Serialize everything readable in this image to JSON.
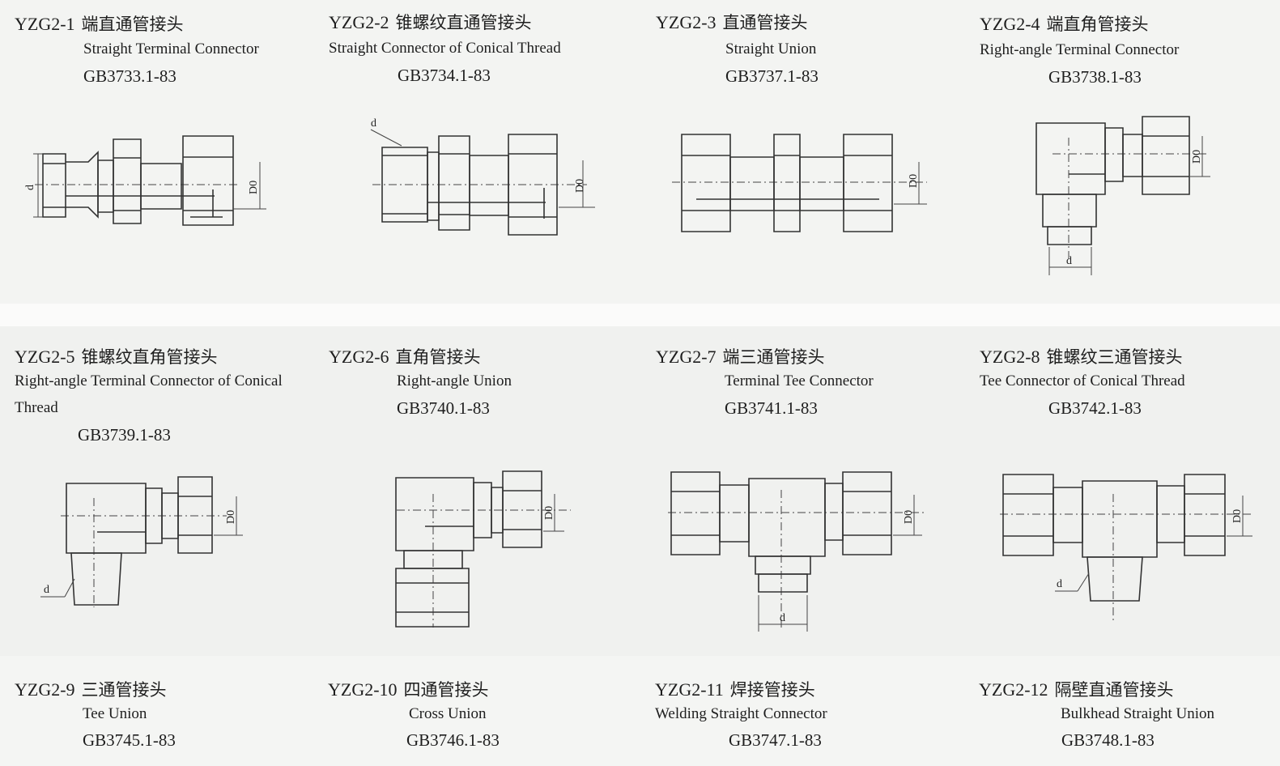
{
  "fittings": [
    {
      "code": "YZG2-1",
      "name_cn": "端直通管接头",
      "name_en": "Straight Terminal Connector",
      "standard": "GB3733.1-83",
      "dims": [
        "d",
        "D0"
      ]
    },
    {
      "code": "YZG2-2",
      "name_cn": "锥螺纹直通管接头",
      "name_en": "Straight Connector of Conical Thread",
      "standard": "GB3734.1-83",
      "dims": [
        "d",
        "D0"
      ]
    },
    {
      "code": "YZG2-3",
      "name_cn": "直通管接头",
      "name_en": "Straight Union",
      "standard": "GB3737.1-83",
      "dims": [
        "D0"
      ]
    },
    {
      "code": "YZG2-4",
      "name_cn": "端直角管接头",
      "name_en": "Right-angle Terminal Connector",
      "standard": "GB3738.1-83",
      "dims": [
        "D0",
        "d"
      ]
    },
    {
      "code": "YZG2-5",
      "name_cn": "锥螺纹直角管接头",
      "name_en": "Right-angle Terminal Connector of Conical",
      "name_en2": "Thread",
      "standard": "GB3739.1-83",
      "dims": [
        "D0",
        "d"
      ]
    },
    {
      "code": "YZG2-6",
      "name_cn": "直角管接头",
      "name_en": "Right-angle Union",
      "standard": "GB3740.1-83",
      "dims": [
        "D0"
      ]
    },
    {
      "code": "YZG2-7",
      "name_cn": "端三通管接头",
      "name_en": "Terminal Tee Connector",
      "standard": "GB3741.1-83",
      "dims": [
        "D0",
        "d"
      ]
    },
    {
      "code": "YZG2-8",
      "name_cn": "锥螺纹三通管接头",
      "name_en": "Tee Connector of Conical Thread",
      "standard": "GB3742.1-83",
      "dims": [
        "D0",
        "d"
      ]
    },
    {
      "code": "YZG2-9",
      "name_cn": "三通管接头",
      "name_en": "Tee Union",
      "standard": "GB3745.1-83"
    },
    {
      "code": "YZG2-10",
      "name_cn": "四通管接头",
      "name_en": "Cross Union",
      "standard": "GB3746.1-83"
    },
    {
      "code": "YZG2-11",
      "name_cn": "焊接管接头",
      "name_en": "Welding Straight Connector",
      "standard": "GB3747.1-83"
    },
    {
      "code": "YZG2-12",
      "name_cn": "隔壁直通管接头",
      "name_en": "Bulkhead Straight Union",
      "standard": "GB3748.1-83"
    }
  ]
}
